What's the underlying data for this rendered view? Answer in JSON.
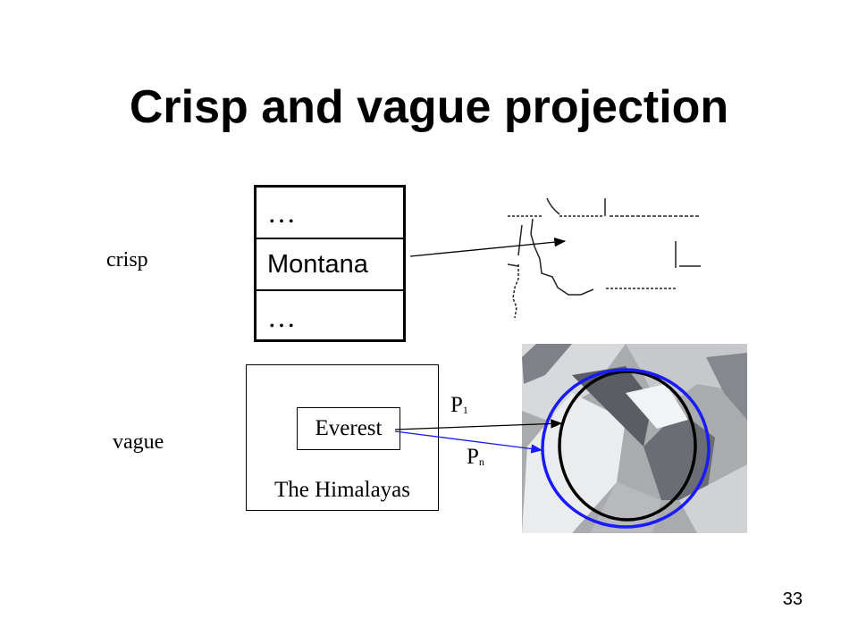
{
  "slide": {
    "title": "Crisp and vague projection",
    "page_number": "33"
  },
  "crisp": {
    "label": "crisp",
    "table_rows": [
      "…",
      "Montana",
      "…"
    ]
  },
  "vague": {
    "label": "vague",
    "region_label": "The Himalayas",
    "object_label": "Everest",
    "p1": {
      "letter": "P",
      "subscript": "1"
    },
    "pn": {
      "letter": "P",
      "subscript": "n"
    }
  },
  "colors": {
    "text": "#000000",
    "vague_projection": "#1a1aff"
  }
}
